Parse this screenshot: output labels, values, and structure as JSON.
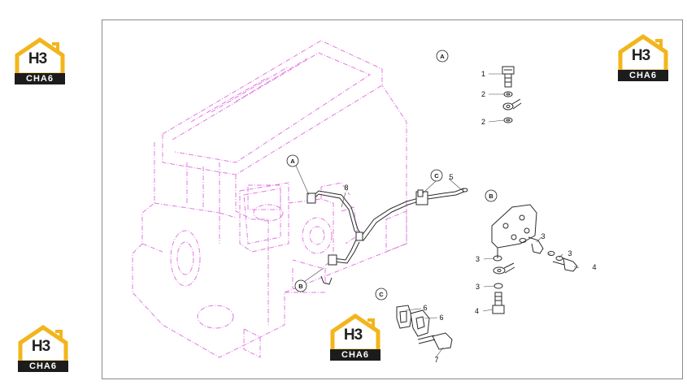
{
  "callouts": {
    "a_top": "A",
    "a_engine": "A",
    "b_engine": "B",
    "b_detail": "B",
    "c_pipe": "C",
    "c_detail": "C"
  },
  "parts": {
    "p1": "1",
    "p2a": "2",
    "p2b": "2",
    "p3a": "3",
    "p3b": "3",
    "p3c": "3",
    "p3d": "3",
    "p4a": "4",
    "p4b": "4",
    "p5": "5",
    "p6a": "6",
    "p6b": "6",
    "p7": "7",
    "p8": "8"
  },
  "watermark": {
    "brand": "H3",
    "sub": "CHA6"
  },
  "colors": {
    "engine_outline": "#e07be0",
    "parts_ink": "#2a2a2a",
    "logo_yellow": "#f2b51b",
    "logo_dark": "#1c1c1c"
  }
}
